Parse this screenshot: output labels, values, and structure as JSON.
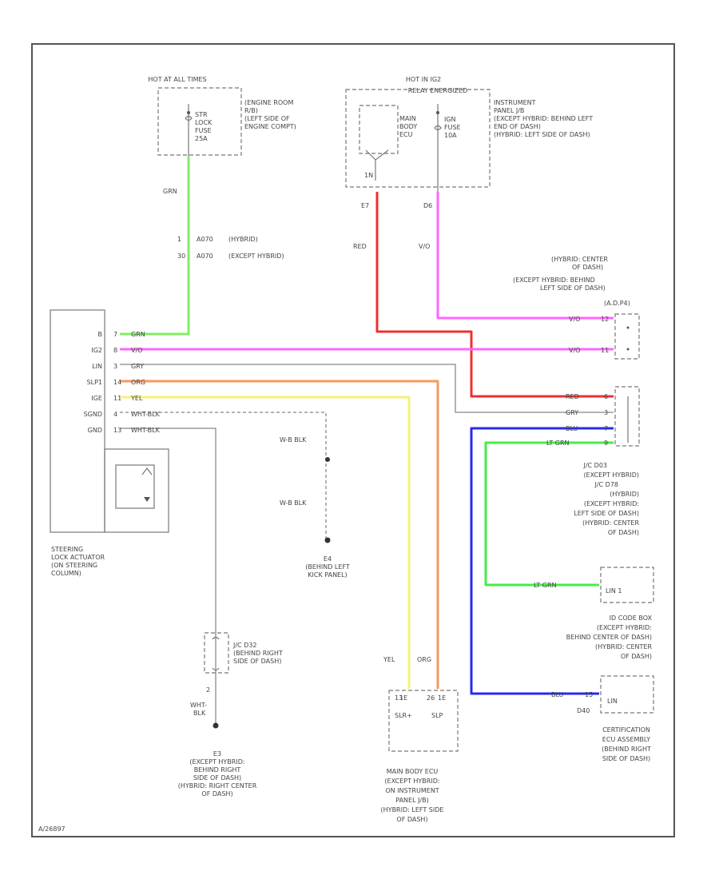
{
  "diagram_id": "A/26897",
  "colors": {
    "GRN": "#80ee60",
    "RED": "#ee3030",
    "V": "#ff66ff",
    "ORG": "#f59a5a",
    "YEL": "#f6f07a",
    "BLU": "#2828f0",
    "LT_GRN": "#44ee44",
    "GRY": "#999999"
  },
  "fuse_box_1": {
    "title": "HOT AT ALL TIMES",
    "fuse": [
      "STR",
      "LOCK",
      "FUSE",
      "25A"
    ],
    "note": [
      "(ENGINE ROOM",
      "R/B)",
      "(LEFT SIDE OF",
      "ENGINE COMPT)"
    ]
  },
  "fuse_box_2": {
    "title": "HOT IN IG2",
    "subtitle": "RELAY ENERGIZED",
    "ecu": [
      "MAIN",
      "BODY",
      "ECU"
    ],
    "fuse": [
      "IGN",
      "FUSE",
      "10A"
    ],
    "note": [
      "INSTRUMENT",
      "PANEL J/B",
      "(EXCEPT HYBRID: BEHIND LEFT",
      "END OF DASH)",
      "(HYBRID: LEFT SIDE OF DASH)"
    ],
    "pin_left": "1N"
  },
  "wires_top": {
    "grn_label": "GRN",
    "ka": "1",
    "ka_code": "A070",
    "ka_note": "(HYBRID)",
    "kb": "30",
    "kb_code": "A070",
    "kb_note": "(EXCEPT HYBRID)",
    "pin_e7": "E7",
    "pin_d6": "D6",
    "red_label": "RED",
    "v_label": "V/O"
  },
  "actuator": {
    "pins": [
      "B",
      "IG2",
      "LIN",
      "SLP1",
      "IGE",
      "SGND",
      "GND"
    ],
    "pin_nums": [
      "7",
      "8",
      "3",
      "14",
      "11",
      "4",
      "13"
    ],
    "wire_labels": [
      "GRN",
      "V/O",
      "GRY",
      "ORG",
      "YEL",
      "WHT-BLK",
      "WHT-BLK"
    ],
    "name": [
      "STEERING",
      "LOCK ACTUATOR",
      "(ON STEERING",
      "COLUMN)"
    ]
  },
  "junction_top": {
    "note": [
      "(HYBRID: CENTER",
      "OF DASH)",
      "(EXCEPT HYBRID: BEHIND",
      "LEFT SIDE OF DASH)"
    ],
    "code": "(A.D.P4)",
    "l1": "V/O",
    "p1": "12",
    "l2": "V/O",
    "p2": "11"
  },
  "junction_mid": {
    "l1": "RED",
    "p1": "6",
    "l2": "GRY",
    "p2": "3",
    "l3": "BLU",
    "p3": "7",
    "l4": "LT GRN",
    "p4": "9",
    "note": [
      "J/C D03",
      "(EXCEPT HYBRID)",
      "J/C D78",
      "(HYBRID)",
      "(EXCEPT HYBRID:",
      "LEFT SIDE OF DASH)",
      "(HYBRID: CENTER",
      "OF DASH)"
    ]
  },
  "ground_e4": {
    "l1": "W-B BLK",
    "l2": "W-B BLK",
    "name": [
      "E4",
      "(BEHIND LEFT",
      "KICK PANEL)"
    ]
  },
  "ground_e3": {
    "jc": [
      "J/C D32",
      "(BEHIND RIGHT",
      "SIDE OF DASH)"
    ],
    "pin": "2",
    "wire": [
      "WHT-",
      "BLK"
    ],
    "name": [
      "E3",
      "(EXCEPT HYBRID:",
      "BEHIND RIGHT",
      "SIDE OF DASH)",
      "(HYBRID: RIGHT CENTER",
      "OF DASH)"
    ]
  },
  "id_code": {
    "label": "LT GRN",
    "pin": "LIN 1",
    "name": [
      "ID CODE BOX",
      "(EXCEPT HYBRID:",
      "BEHIND CENTER OF DASH)",
      "(HYBRID: CENTER",
      "OF DASH)"
    ]
  },
  "cert_ecu": {
    "label": "BLU",
    "num": "15",
    "pin": "LIN",
    "pin2": "D40",
    "name": [
      "CERTIFICATION",
      "ECU ASSEMBLY",
      "(BEHIND RIGHT",
      "SIDE OF DASH)"
    ]
  },
  "main_body_ecu": {
    "yel": "YEL",
    "org": "ORG",
    "p1": "13",
    "p2": "26",
    "p3": "1E",
    "p4": "1E",
    "pin1": "SLR+",
    "pin2": "SLP",
    "name": [
      "MAIN BODY ECU",
      "(EXCEPT HYBRID:",
      "ON INSTRUMENT",
      "PANEL J/B)",
      "(HYBRID: LEFT SIDE",
      "OF DASH)"
    ]
  }
}
